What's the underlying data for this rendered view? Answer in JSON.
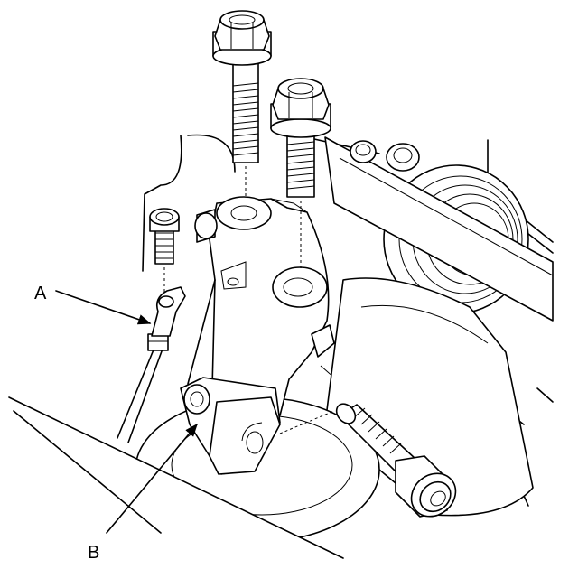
{
  "diagram": {
    "callouts": [
      {
        "id": "A",
        "text": "A",
        "target": "ground-cable-terminal"
      },
      {
        "id": "B",
        "text": "B",
        "target": "bracket-mounting-bolt"
      }
    ]
  }
}
